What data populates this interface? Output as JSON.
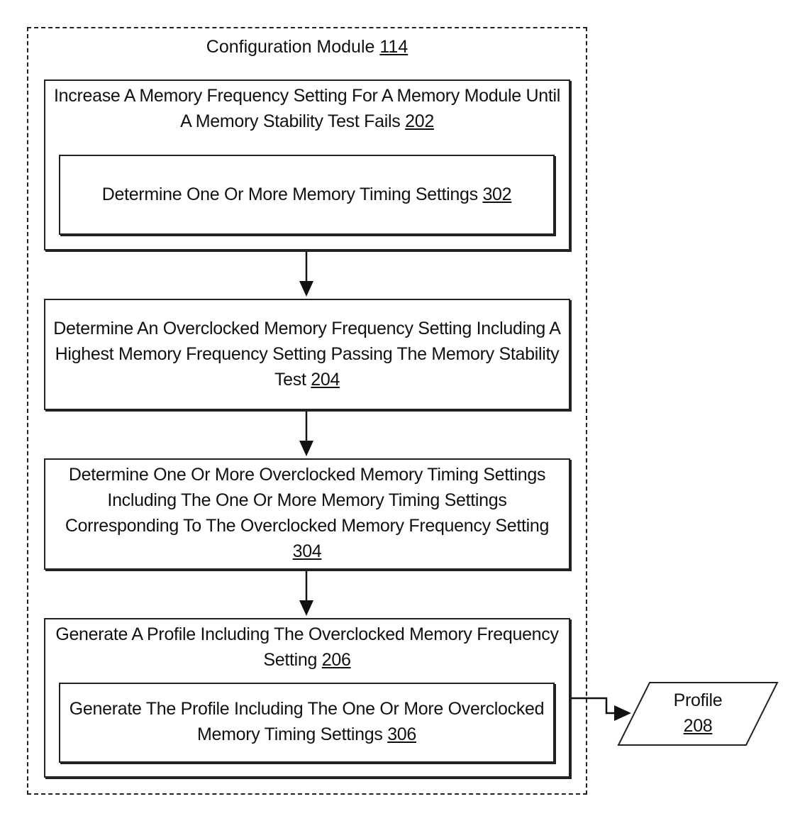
{
  "module": {
    "title": "Configuration Module",
    "ref": "114"
  },
  "steps": [
    {
      "line1": "Increase A Memory Frequency Setting For A Memory Module Until",
      "line2": "A Memory Stability Test Fails",
      "ref": "202",
      "sub": {
        "text": "Determine One Or More Memory Timing Settings",
        "ref": "302"
      }
    },
    {
      "line1": "Determine An Overclocked Memory Frequency Setting Including A",
      "line2": "Highest Memory Frequency Setting Passing The Memory Stability",
      "line3": "Test",
      "ref": "204"
    },
    {
      "line1": "Determine One Or More Overclocked Memory Timing Settings",
      "line2": "Including The One Or More Memory Timing Settings",
      "line3": "Corresponding To The Overclocked Memory Frequency Setting",
      "ref": "304"
    },
    {
      "line1": "Generate A Profile Including The Overclocked Memory Frequency",
      "line2": "Setting",
      "ref": "206",
      "sub": {
        "line1": "Generate The Profile Including The One Or More Overclocked",
        "line2": "Memory Timing Settings",
        "ref": "306"
      }
    }
  ],
  "output": {
    "label": "Profile",
    "ref": "208"
  }
}
